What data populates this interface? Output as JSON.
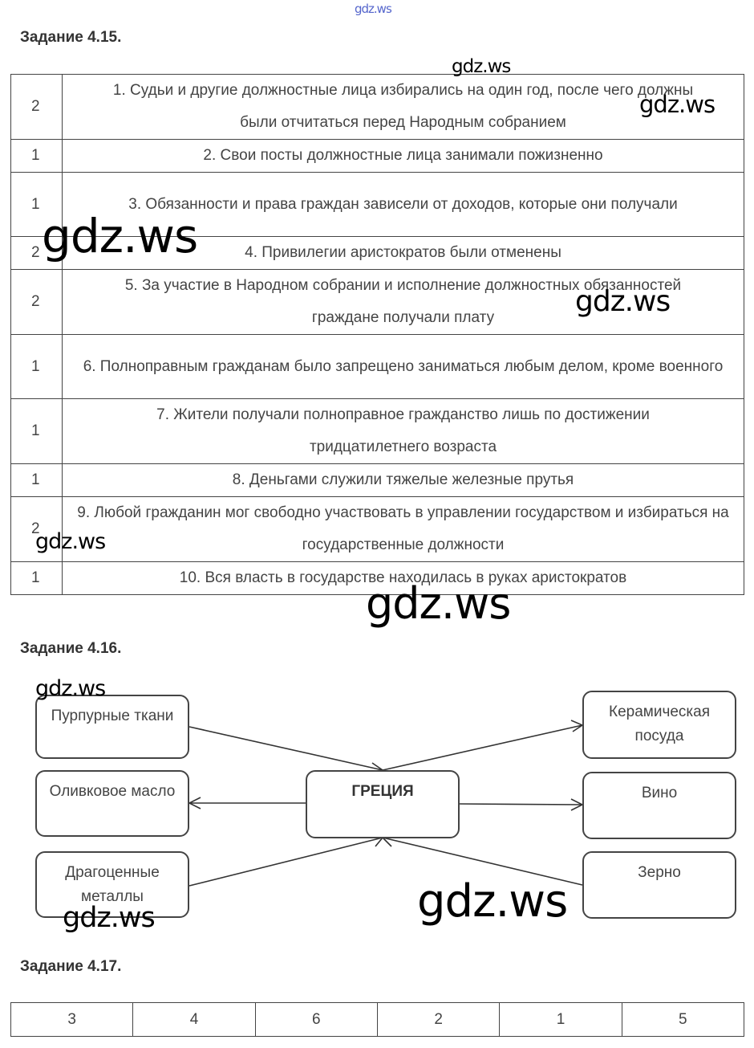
{
  "watermarks": [
    "gdz.ws",
    "gdz.ws",
    "gdz.ws",
    "gdz.ws",
    "gdz.ws",
    "gdz.ws",
    "gdz.ws",
    "gdz.ws",
    "gdz.ws",
    "gdz.ws"
  ],
  "task415": {
    "title": "Задание 4.15.",
    "rows": [
      {
        "n": "2",
        "text": "1. Судьи и другие должностные лица избирались на один год, после чего должны были отчитаться перед Народным собранием"
      },
      {
        "n": "1",
        "text": "2. Свои посты должностные лица занимали пожизненно"
      },
      {
        "n": "1",
        "text": "3. Обязанности и права граждан зависели от доходов, которые они получали"
      },
      {
        "n": "2",
        "text": "4. Привилегии аристократов были отменены"
      },
      {
        "n": "2",
        "text": "5. За участие в Народном собрании и исполнение должностных обязанностей граждане получали плату"
      },
      {
        "n": "1",
        "text": "6. Полноправным гражданам было запрещено заниматься любым делом, кроме военного"
      },
      {
        "n": "1",
        "text": "7. Жители получали полноправное гражданство лишь по достижении тридцатилетнего возраста"
      },
      {
        "n": "1",
        "text": "8. Деньгами служили тяжелые железные прутья"
      },
      {
        "n": "2",
        "text": "9. Любой гражданин мог свободно участвовать в управлении государством и избираться на государственные должности"
      },
      {
        "n": "1",
        "text": "10. Вся власть в государстве находилась в руках аристократов"
      }
    ]
  },
  "task416": {
    "title": "Задание 4.16.",
    "center": "ГРЕЦИЯ",
    "imports": [
      "Пурпурные ткани",
      "Драгоценные металлы",
      "Зерно"
    ],
    "exports": [
      "Оливковое масло",
      "Керамическая посуда",
      "Вино"
    ]
  },
  "task417": {
    "title": "Задание 4.17.",
    "values": [
      "3",
      "4",
      "6",
      "2",
      "1",
      "5"
    ]
  }
}
